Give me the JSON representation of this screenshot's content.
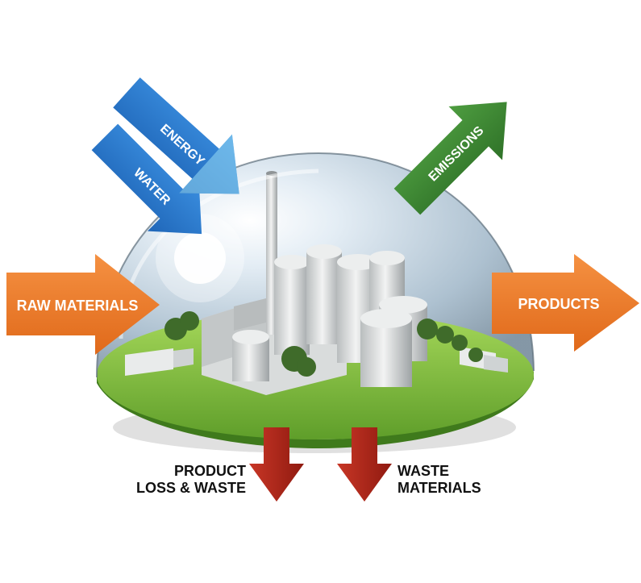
{
  "inputs": {
    "energy": "ENERGY",
    "water": "WATER",
    "raw_materials": "RAW MATERIALS"
  },
  "outputs": {
    "emissions": "EMISSIONS",
    "products": "PRODUCTS",
    "product_loss_line1": "PRODUCT",
    "product_loss_line2": "LOSS & WASTE",
    "waste_line1": "WASTE",
    "waste_line2": "MATERIALS"
  },
  "colors": {
    "input_blue": "#2f7fd0",
    "emissions_green": "#3f8a35",
    "orange": "#f07a22",
    "waste_red": "#b22418",
    "grass": "#86c440"
  }
}
